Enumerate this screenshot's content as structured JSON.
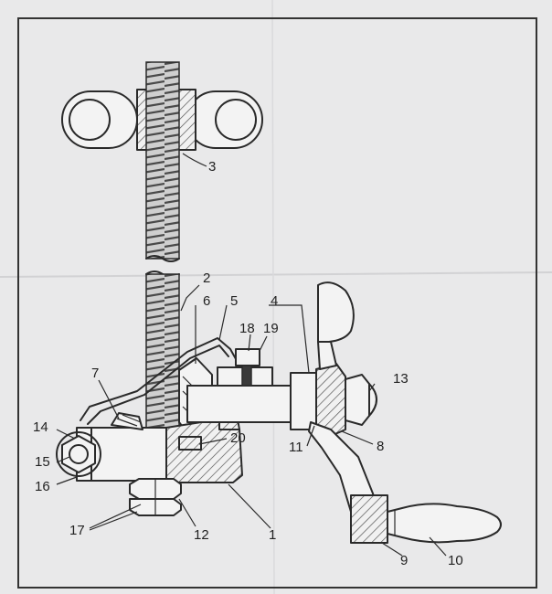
{
  "callouts": {
    "c1": "1",
    "c2": "2",
    "c3": "3",
    "c4": "4",
    "c5": "5",
    "c6": "6",
    "c7": "7",
    "c8": "8",
    "c9": "9",
    "c10": "10",
    "c11": "11",
    "c12": "12",
    "c13": "13",
    "c14": "14",
    "c15": "15",
    "c16": "16",
    "c17": "17",
    "c18": "18",
    "c19": "19",
    "c20": "20"
  },
  "colors": {
    "paper": "#e9e9ea",
    "ink": "#2a2a2a",
    "hatch": "#555555"
  }
}
